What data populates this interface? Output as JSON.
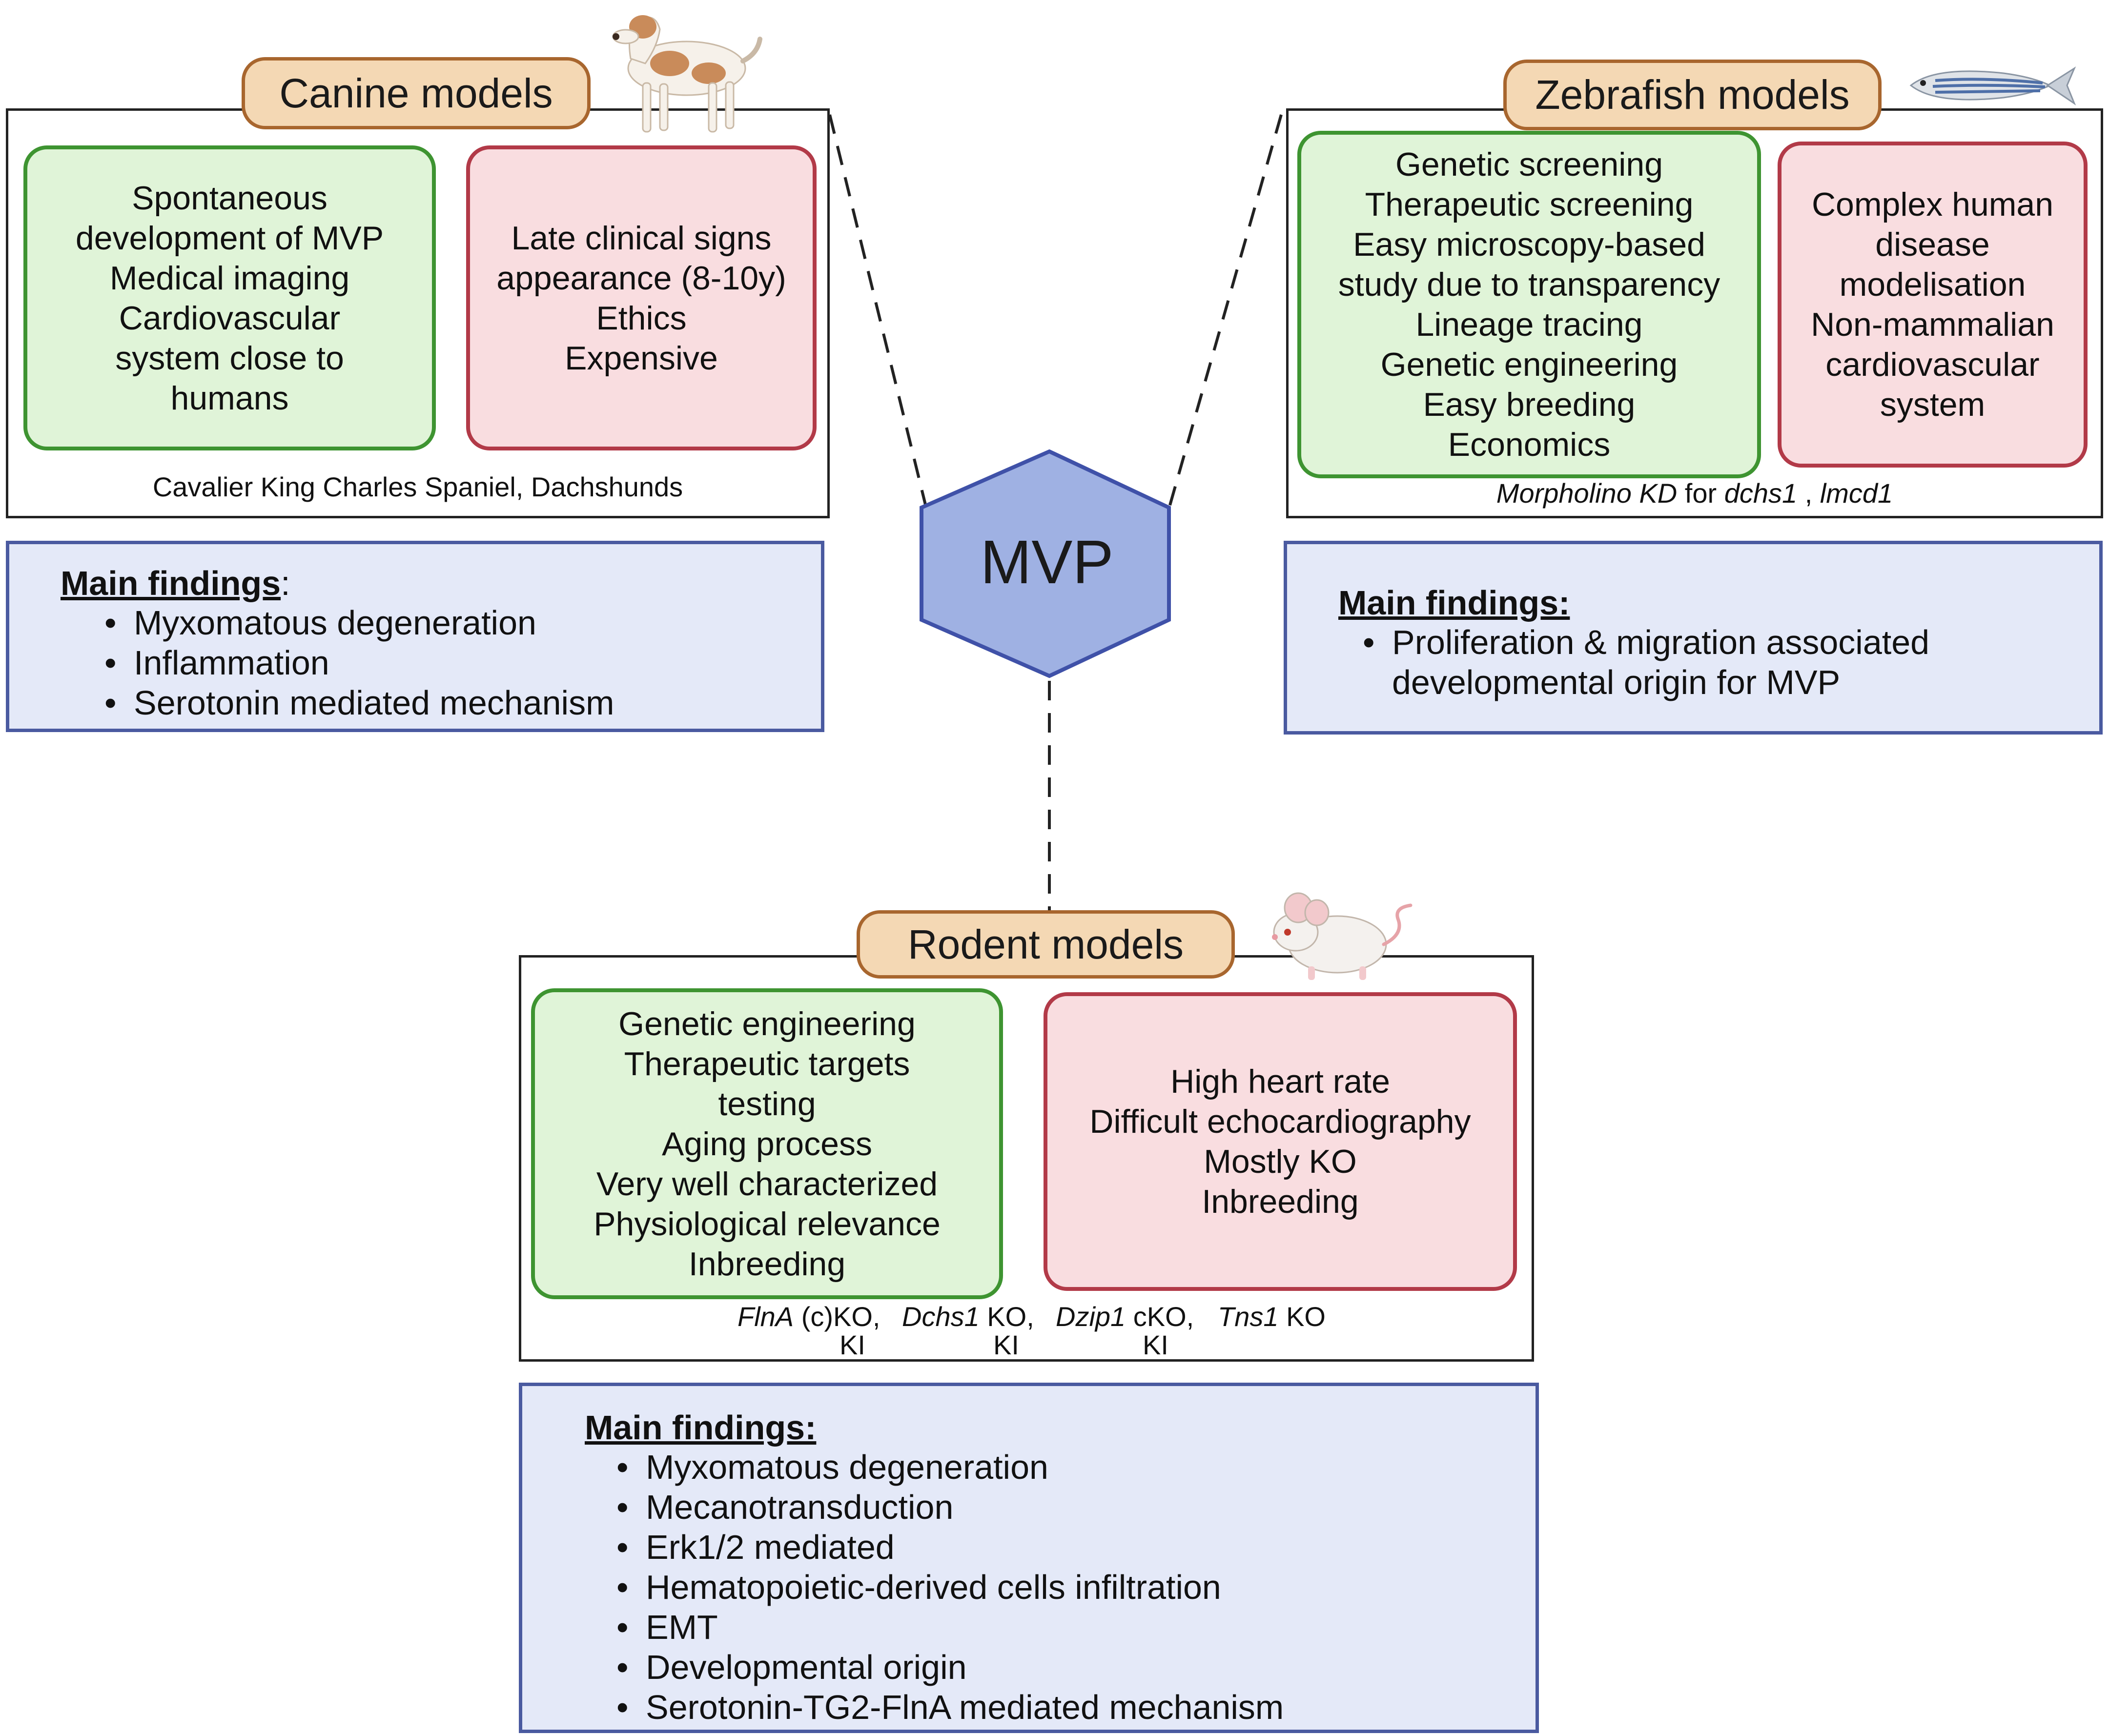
{
  "center": {
    "label": "MVP"
  },
  "canine": {
    "title": "Canine models",
    "pros": [
      "Spontaneous",
      "development of MVP",
      "Medical imaging",
      "Cardiovascular",
      "system close to",
      "humans"
    ],
    "cons": [
      "Late clinical signs",
      "appearance (8-10y)",
      "Ethics",
      "Expensive"
    ],
    "caption": "Cavalier King Charles Spaniel, Dachshunds",
    "findings_title": "Main findings",
    "findings_suffix": ":",
    "findings": [
      "Myxomatous degeneration",
      "Inflammation",
      "Serotonin mediated mechanism"
    ]
  },
  "zebrafish": {
    "title": "Zebrafish models",
    "pros": [
      "Genetic screening",
      "Therapeutic screening",
      "Easy microscopy-based",
      "study due to transparency",
      "Lineage tracing",
      "Genetic engineering",
      "Easy breeding",
      "Economics"
    ],
    "cons": [
      "Complex human",
      "disease",
      "modelisation",
      "Non-mammalian",
      "cardiovascular",
      "system"
    ],
    "caption": {
      "part1": "Morpholino KD",
      "part2": "for",
      "part3": "dchs1",
      "part4": ",",
      "part5": "lmcd1"
    },
    "findings_title": "Main findings:",
    "findings": [
      "Proliferation & migration associated",
      "developmental origin for MVP"
    ]
  },
  "rodent": {
    "title": "Rodent models",
    "pros": [
      "Genetic engineering",
      "Therapeutic targets",
      "testing",
      "Aging process",
      "Very well characterized",
      "Physiological relevance",
      "Inbreeding"
    ],
    "cons": [
      "High heart rate",
      "Difficult echocardiography",
      "Mostly KO",
      "Inbreeding"
    ],
    "caption": {
      "g1": "FlnA",
      "g1b": "(c)KO,",
      "g1c": "KI",
      "g2": "Dchs1",
      "g2b": "KO,",
      "g2c": "KI",
      "g3": "Dzip1",
      "g3b": "cKO,",
      "g3c": "KI",
      "g4": "Tns1",
      "g4b": "KO"
    },
    "findings_title": "Main findings:",
    "findings": [
      "Myxomatous degeneration",
      "Mecanotransduction",
      "Erk1/2 mediated",
      "Hematopoietic-derived cells infiltration",
      "EMT",
      "Developmental origin",
      "Serotonin-TG2-FlnA mediated mechanism"
    ]
  },
  "colors": {
    "hexagon_fill": "#9fb1e3",
    "hexagon_stroke": "#3f51a8",
    "pro_fill": "#e0f4d8",
    "pro_stroke": "#3e9431",
    "con_fill": "#f9dde0",
    "con_stroke": "#b23a48",
    "findings_fill": "#e4e9f8",
    "findings_stroke": "#4a5aa0",
    "title_fill": "#f4d8b4",
    "title_stroke": "#a8662e"
  },
  "icons": {
    "canine": "dog-icon",
    "zebrafish": "zebrafish-icon",
    "rodent": "mouse-icon"
  }
}
